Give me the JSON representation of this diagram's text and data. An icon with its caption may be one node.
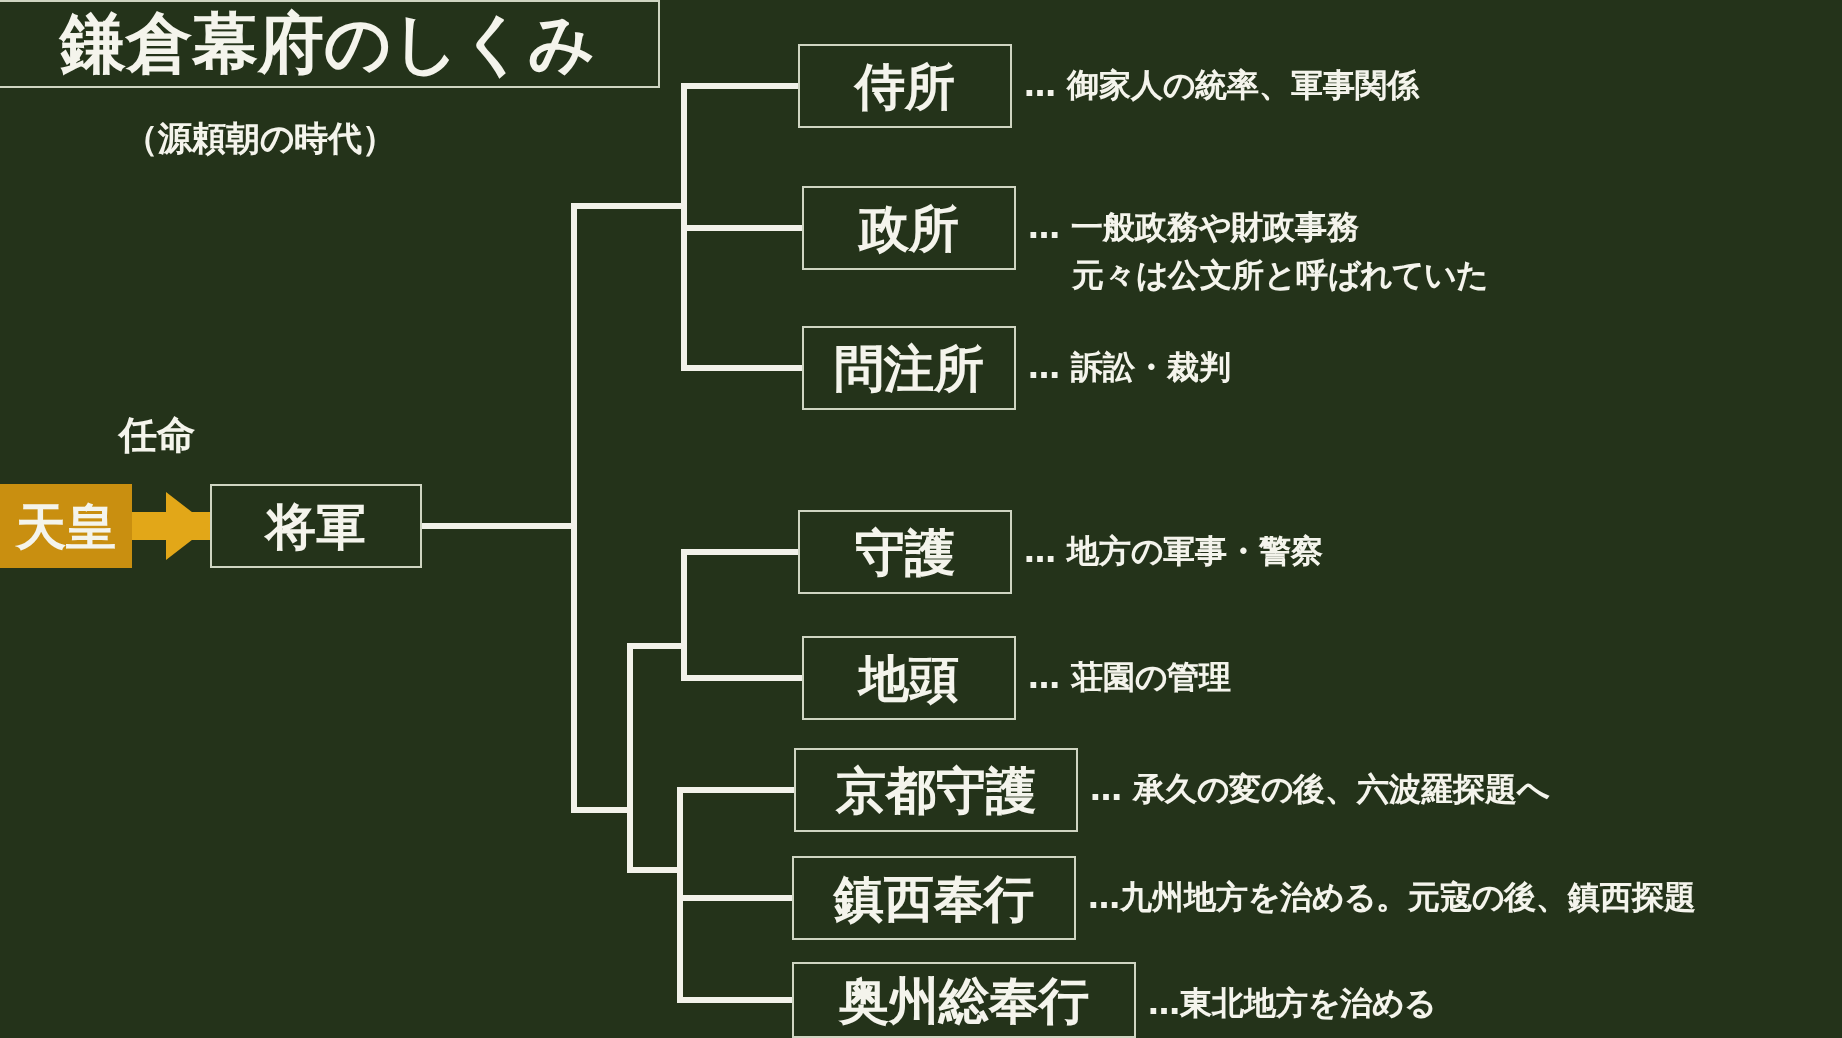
{
  "diagram": {
    "title": "鎌倉幕府のしくみ",
    "nodes": [
      {
        "text": [
          "天皇"
        ]
      },
      {
        "text": [
          "将軍"
        ]
      },
      {
        "text": [
          "侍所"
        ],
        "beside": [
          "… 御家人の統率、軍事関係"
        ]
      },
      {
        "text": [
          "政所"
        ],
        "beside": [
          "… 一般政務や財政事務",
          "元々は公文所と呼ばれていた"
        ]
      },
      {
        "text": [
          "問注所"
        ],
        "beside": [
          "… 訴訟・裁判"
        ]
      },
      {
        "text": [
          "守護"
        ],
        "beside": [
          "… 地方の軍事・警察"
        ]
      },
      {
        "text": [
          "地頭"
        ],
        "beside": [
          "… 荘園の管理"
        ]
      },
      {
        "text": [
          "京都守護"
        ],
        "beside": [
          "… 承久の変の後、六波羅探題へ"
        ]
      },
      {
        "text": [
          "鎮西奉行"
        ],
        "beside": [
          "…九州地方を治める。元寇の後、鎮西探題"
        ]
      },
      {
        "text": [
          "奥州総奉行"
        ],
        "beside": [
          "…東北地方を治める"
        ]
      }
    ],
    "edges": [
      {
        "from": 0,
        "to": 1,
        "arrow": "to",
        "label": "任命",
        "style": "thick",
        "color": "#e2a718"
      },
      {
        "from": 1,
        "to": 2,
        "arrow": "none"
      },
      {
        "from": 1,
        "to": 3,
        "arrow": "none"
      },
      {
        "from": 1,
        "to": 4,
        "arrow": "none"
      },
      {
        "from": 1,
        "to": 5,
        "arrow": "none"
      },
      {
        "from": 1,
        "to": 6,
        "arrow": "none"
      },
      {
        "from": 1,
        "to": 7,
        "arrow": "none"
      },
      {
        "from": 1,
        "to": 8,
        "arrow": "none"
      },
      {
        "from": 1,
        "to": 9,
        "arrow": "none"
      }
    ],
    "labels": [
      "（源頼朝の時代）"
    ]
  }
}
